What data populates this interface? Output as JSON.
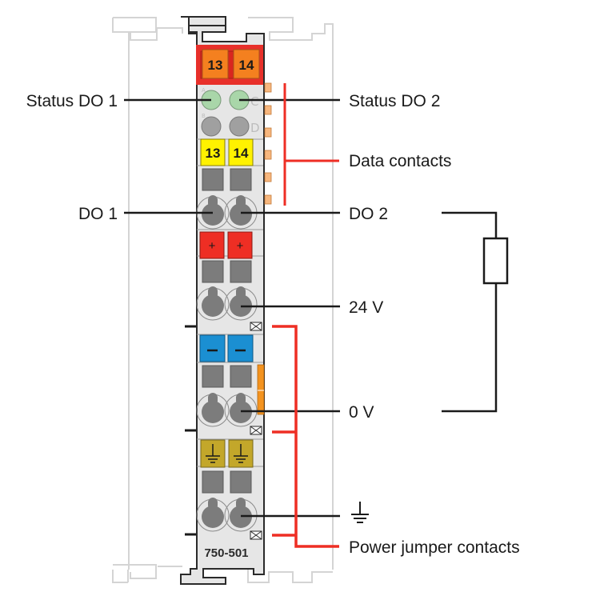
{
  "module": {
    "part_number": "750-501",
    "top_markers": [
      "13",
      "14"
    ],
    "yellow_markers": [
      "13",
      "14"
    ],
    "plus_markers": [
      "+",
      "+"
    ],
    "minus_markers": [
      "–",
      "–"
    ],
    "led_letters": [
      "A",
      "B",
      "C",
      "D"
    ]
  },
  "labels": {
    "status_do1": "Status DO 1",
    "status_do2": "Status DO 2",
    "data_contacts": "Data contacts",
    "do1": "DO 1",
    "do2": "DO 2",
    "v24": "24 V",
    "v0": "0 V",
    "power_jumper": "Power jumper contacts"
  },
  "icons": {
    "ground": "ground-icon",
    "load": "resistor-icon"
  },
  "colors": {
    "header_red": "#e8302a",
    "marker_orange": "#f4801f",
    "marker_yellow": "#fff200",
    "marker_red": "#ee2e24",
    "marker_blue": "#1b8fd2",
    "marker_olive": "#c3a72a",
    "led_green": "#a9d6a9",
    "body_gray": "#e6e6e6",
    "terminal_gray": "#7c7c7c",
    "callout_red": "#ee2e24",
    "contact_orange": "#f7b77e"
  }
}
